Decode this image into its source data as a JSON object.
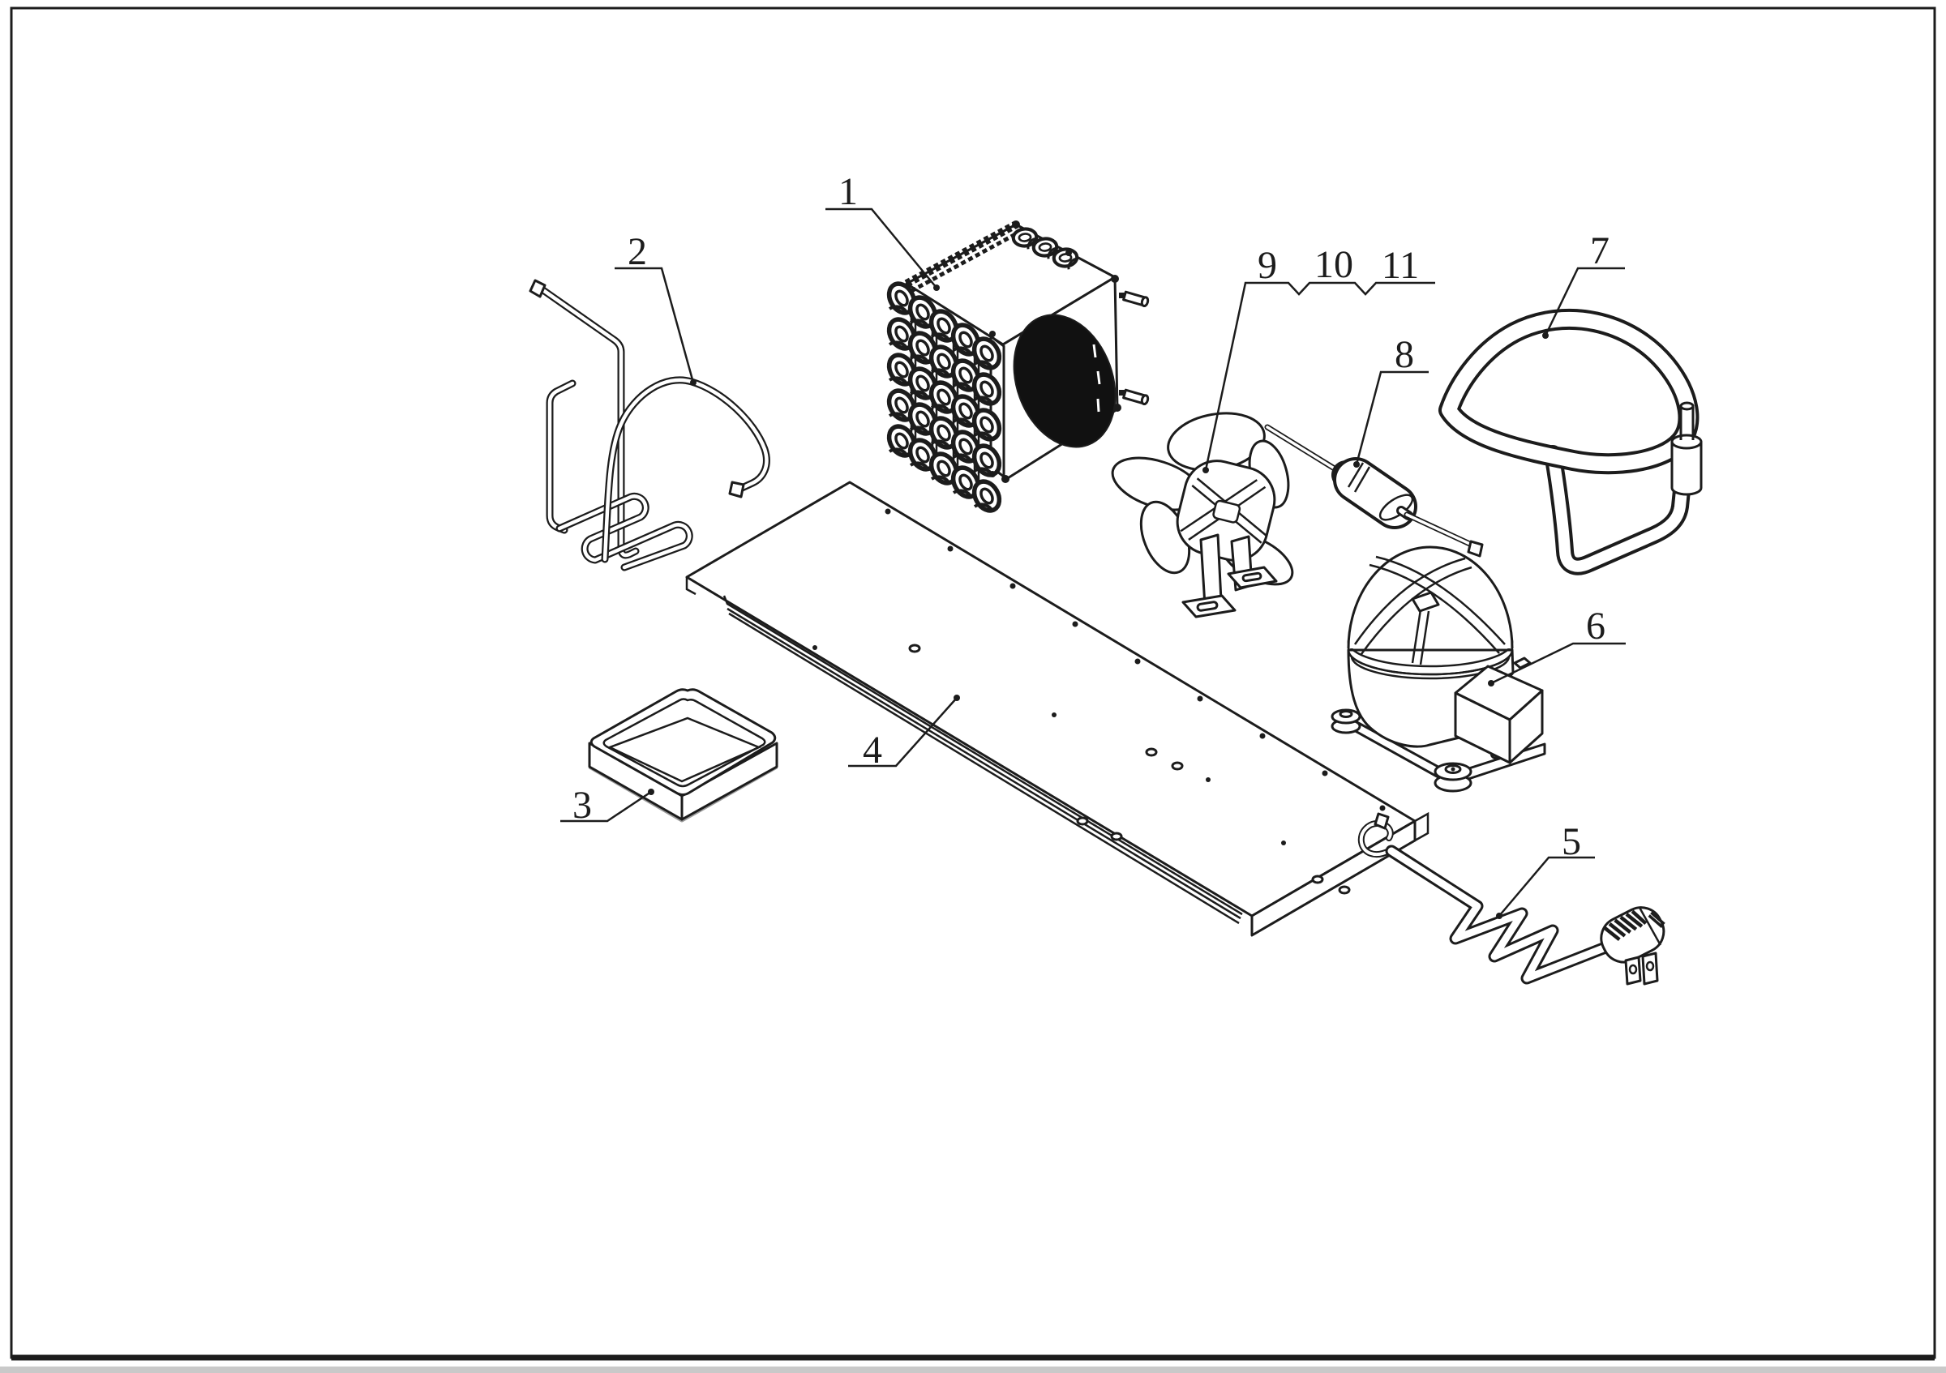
{
  "page": {
    "background": "#ffffff",
    "border_color": "#1c1c1c",
    "bottom_strip_color": "#c9c9c9"
  },
  "drawing": {
    "line_color": "#1c1c1c",
    "shade_color": "#9a9a9a"
  },
  "callouts": [
    {
      "label": "1"
    },
    {
      "label": "2"
    },
    {
      "label": "3"
    },
    {
      "label": "4"
    },
    {
      "label": "5"
    },
    {
      "label": "6"
    },
    {
      "label": "7"
    },
    {
      "label": "8"
    },
    {
      "label": "9"
    },
    {
      "label": "10"
    },
    {
      "label": "11"
    }
  ]
}
